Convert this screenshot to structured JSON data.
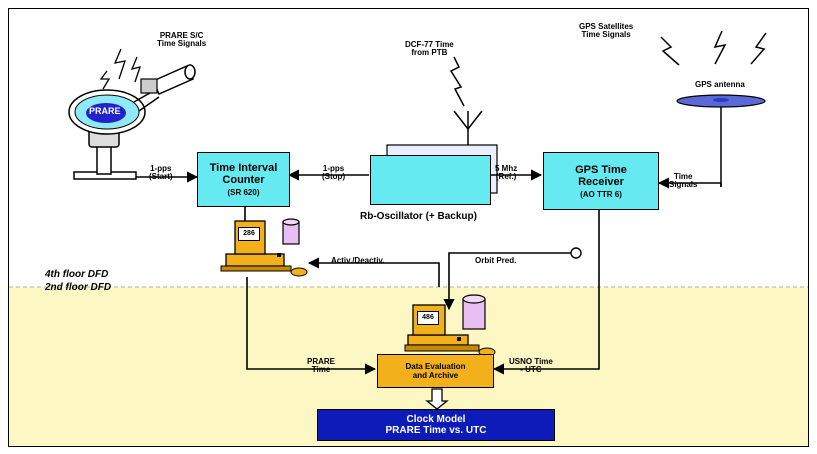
{
  "signals": {
    "prare_sc": [
      "PRARE S/C",
      "Time Signals"
    ],
    "dcf77": [
      "DCF-77 Time",
      "from PTB"
    ],
    "gps_sat": [
      "GPS Satellites",
      "Time Signals"
    ],
    "gps_antenna": "GPS antenna"
  },
  "dish_logo": "PRARE",
  "tic": {
    "line1": "Time Interval",
    "line2": "Counter",
    "model": "(SR 620)"
  },
  "rb": {
    "label": "Rb-Oscillator (+ Backup)"
  },
  "gps_rx": {
    "line1": "GPS Time",
    "line2": "Receiver",
    "model": "(AO TTR 6)"
  },
  "links": {
    "pps_start": [
      "1-pps",
      "(Start)"
    ],
    "pps_stop": [
      "1-pps",
      "(Stop)"
    ],
    "ref_5mhz": [
      "5 Mhz",
      "(Ref.)"
    ],
    "time_signals": [
      "Time",
      "Signals"
    ],
    "activ": "Activ./Deactiv.",
    "orbit": "Orbit Pred.",
    "prare_time": [
      "PRARE",
      "Time"
    ],
    "usno": [
      "USNO Time",
      "- UTC"
    ]
  },
  "pc286": "286",
  "pc486": "486",
  "floors": [
    "4th floor DFD",
    "2nd floor DFD"
  ],
  "data_eval": [
    "Data Evaluation",
    "and Archive"
  ],
  "clock_model": {
    "line1": "Clock Model",
    "line2": "PRARE Time vs. UTC"
  },
  "colors": {
    "cyan": "#66eaf1",
    "orange": "#f2b01a",
    "navy": "#0d1bb8",
    "floor_bg": "#fdf7c3"
  }
}
